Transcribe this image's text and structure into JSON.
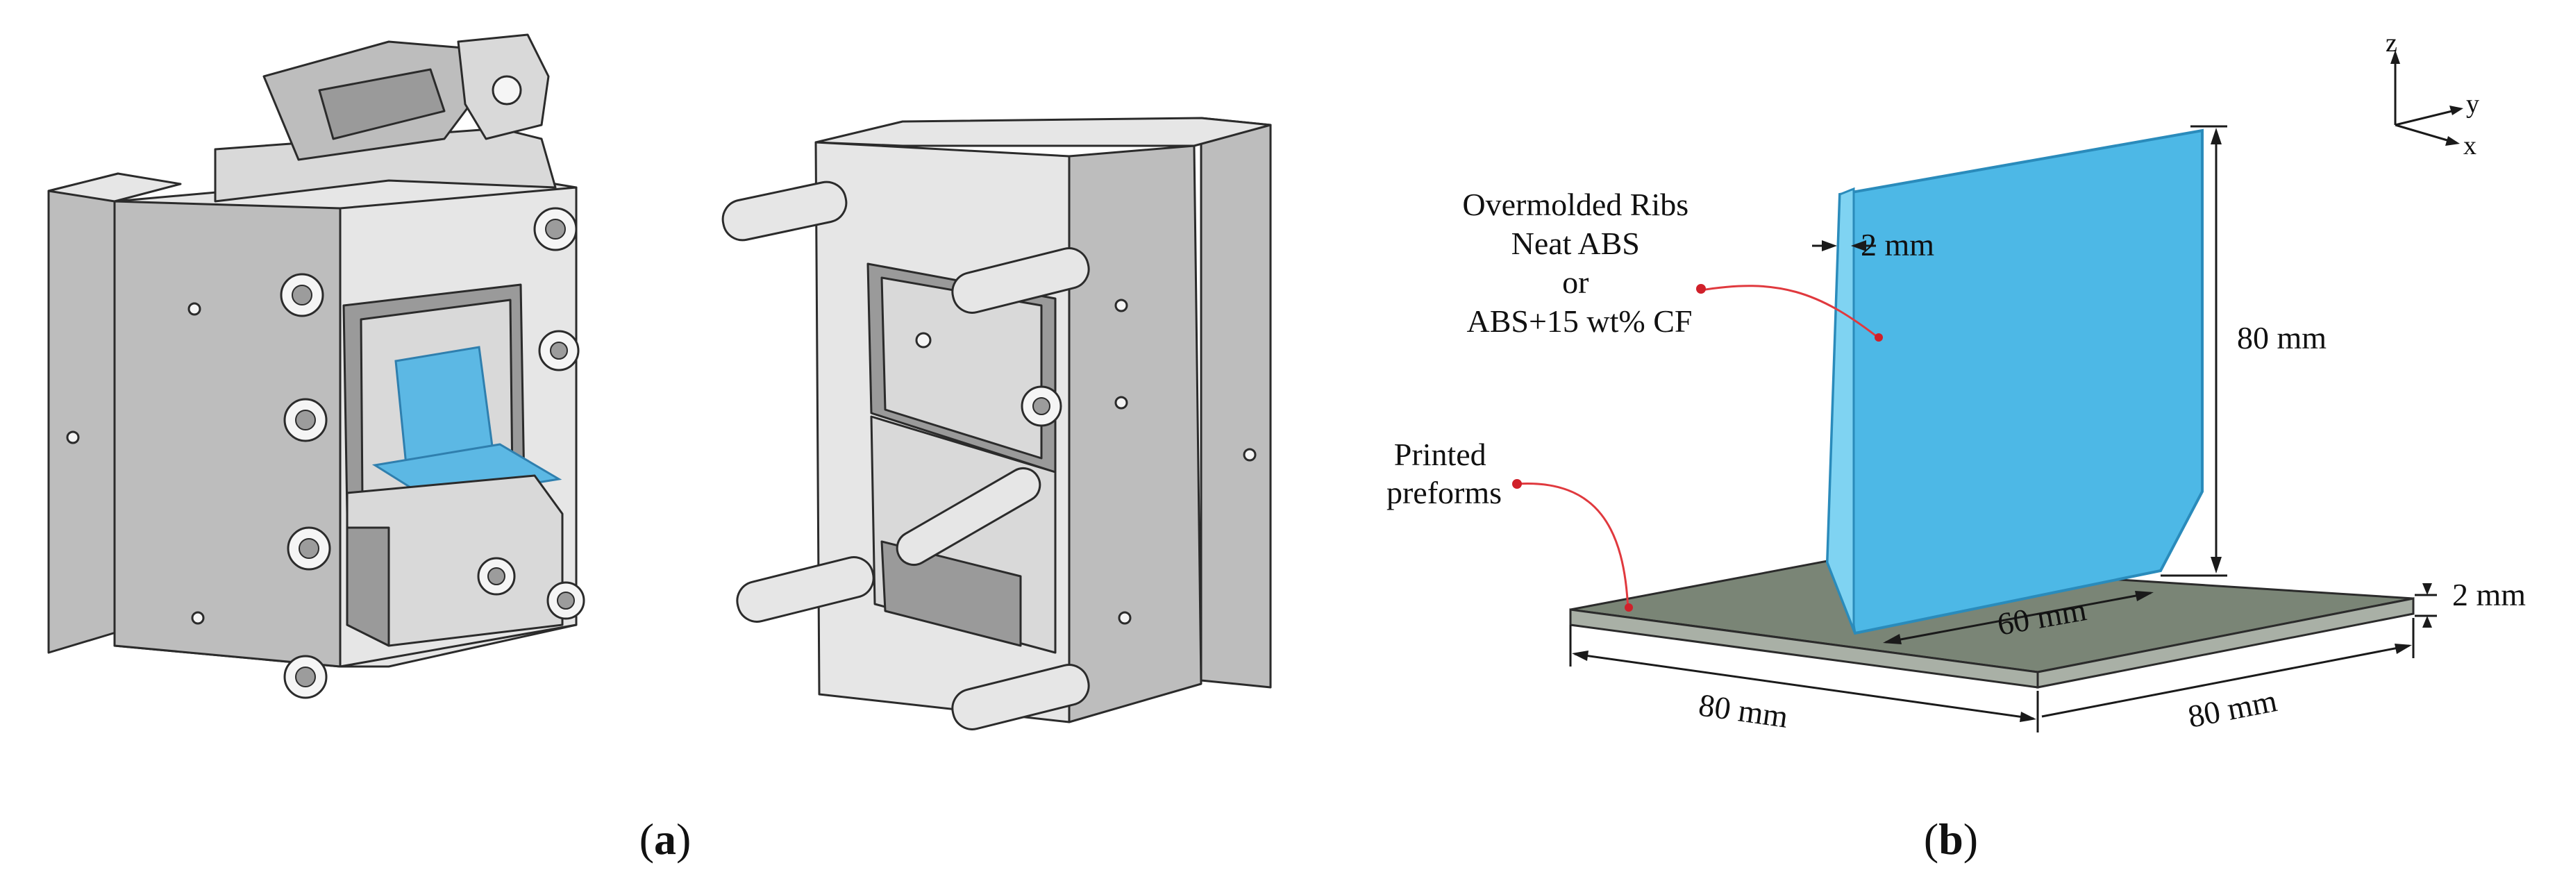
{
  "panel_a": {
    "caption_open": "(",
    "caption_letter": "a",
    "caption_close": ")"
  },
  "panel_b": {
    "caption_open": "(",
    "caption_letter": "b",
    "caption_close": ")",
    "rib_label_lines": [
      "Overmolded Ribs",
      "Neat ABS",
      "or",
      "ABS+15 wt% CF"
    ],
    "preform_label_lines": [
      "Printed",
      "preforms"
    ],
    "dimensions": {
      "rib_thickness": "2 mm",
      "rib_height": "80 mm",
      "rib_length": "60 mm",
      "plate_thickness": "2 mm",
      "plate_length": "80 mm",
      "plate_width": "80 mm"
    },
    "axes": {
      "z": "z",
      "y": "y",
      "x": "x"
    }
  },
  "colors": {
    "rib": "#4db8e6",
    "plate": "#7a8576",
    "mold": "#d9d9d9",
    "leader": "#e0393e"
  }
}
